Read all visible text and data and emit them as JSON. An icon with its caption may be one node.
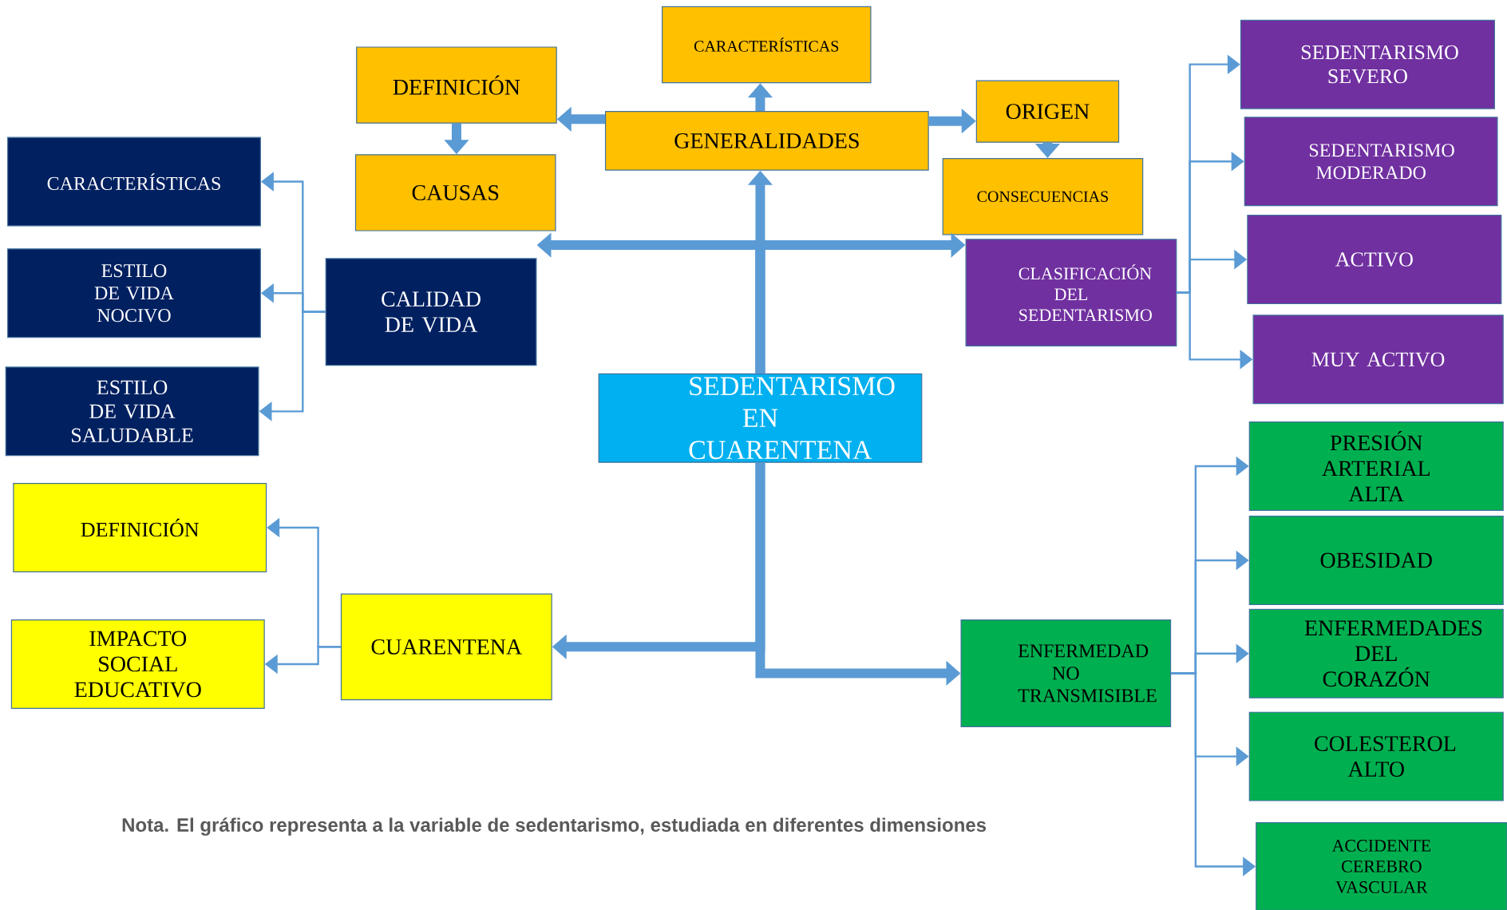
{
  "diagram": {
    "caption": "Nota. El gráfico representa a la variable de sedentarismo, estudiada en diferentes dimensiones",
    "nodes": [
      {
        "text": [
          "SEDENTARISMO EN CUARENTENA"
        ]
      },
      {
        "text": [
          "GENERALIDADES"
        ]
      },
      {
        "text": [
          "CARACTERÍSTICAS"
        ]
      },
      {
        "text": [
          "DEFINICIÓN"
        ]
      },
      {
        "text": [
          "CAUSAS"
        ]
      },
      {
        "text": [
          "ORIGEN"
        ]
      },
      {
        "text": [
          "CONSECUENCIAS"
        ]
      },
      {
        "text": [
          "CALIDAD DE VIDA"
        ]
      },
      {
        "text": [
          "CARACTERÍSTICAS"
        ]
      },
      {
        "text": [
          "ESTILO DE VIDA NOCIVO"
        ]
      },
      {
        "text": [
          "ESTILO DE VIDA SALUDABLE"
        ]
      },
      {
        "text": [
          "CLASIFICACIÓN DEL SEDENTARISMO"
        ]
      },
      {
        "text": [
          "SEDENTARISMO SEVERO"
        ]
      },
      {
        "text": [
          "SEDENTARISMO MODERADO"
        ]
      },
      {
        "text": [
          "ACTIVO"
        ]
      },
      {
        "text": [
          "MUY ACTIVO"
        ]
      },
      {
        "text": [
          "CUARENTENA"
        ]
      },
      {
        "text": [
          "DEFINICIÓN"
        ]
      },
      {
        "text": [
          "IMPACTO SOCIAL EDUCATIVO"
        ]
      },
      {
        "text": [
          "ENFERMEDAD NO TRANSMISIBLE"
        ]
      },
      {
        "text": [
          "PRESIÓN ARTERIAL ALTA"
        ]
      },
      {
        "text": [
          "OBESIDAD"
        ]
      },
      {
        "text": [
          "ENFERMEDADES DEL CORAZÓN"
        ]
      },
      {
        "text": [
          "COLESTEROL ALTO"
        ]
      },
      {
        "text": [
          "ACCIDENTE CEREBRO VASCULAR"
        ]
      }
    ],
    "edges": [
      {
        "from": 0,
        "to": 1,
        "arrow": "to",
        "style": "thick"
      },
      {
        "from": 0,
        "to": 7,
        "arrow": "to",
        "style": "thick"
      },
      {
        "from": 0,
        "to": 11,
        "arrow": "to",
        "style": "thick"
      },
      {
        "from": 1,
        "to": 2,
        "arrow": "to",
        "style": "thick"
      },
      {
        "from": 1,
        "to": 3,
        "arrow": "to",
        "style": "thick"
      },
      {
        "from": 1,
        "to": 5,
        "arrow": "to",
        "style": "thick"
      },
      {
        "from": 3,
        "to": 4,
        "arrow": "to",
        "style": "thick"
      },
      {
        "from": 5,
        "to": 6,
        "arrow": "to",
        "style": "thick"
      },
      {
        "from": 7,
        "to": 8,
        "arrow": "to"
      },
      {
        "from": 7,
        "to": 9,
        "arrow": "to"
      },
      {
        "from": 7,
        "to": 10,
        "arrow": "to"
      },
      {
        "from": 11,
        "to": 12,
        "arrow": "to"
      },
      {
        "from": 11,
        "to": 13,
        "arrow": "to"
      },
      {
        "from": 11,
        "to": 14,
        "arrow": "to"
      },
      {
        "from": 11,
        "to": 15,
        "arrow": "to"
      },
      {
        "from": 0,
        "to": 16,
        "arrow": "to",
        "style": "thick"
      },
      {
        "from": 0,
        "to": 19,
        "arrow": "to",
        "style": "thick"
      },
      {
        "from": 16,
        "to": 17,
        "arrow": "to"
      },
      {
        "from": 16,
        "to": 18,
        "arrow": "to"
      },
      {
        "from": 19,
        "to": 20,
        "arrow": "to"
      },
      {
        "from": 19,
        "to": 21,
        "arrow": "to"
      },
      {
        "from": 19,
        "to": 22,
        "arrow": "to"
      },
      {
        "from": 19,
        "to": 23,
        "arrow": "to"
      },
      {
        "from": 19,
        "to": 24,
        "arrow": "to"
      }
    ]
  }
}
